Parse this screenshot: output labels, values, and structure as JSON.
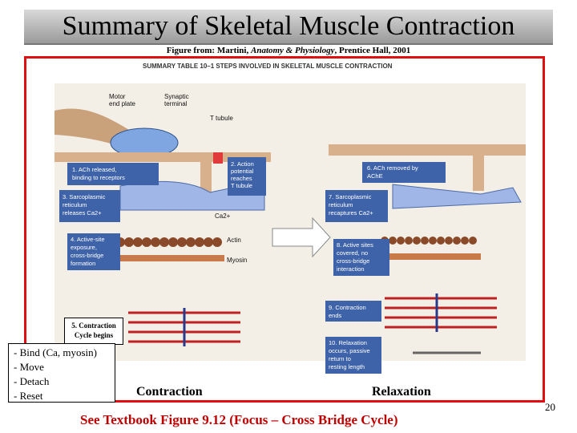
{
  "slide": {
    "title": "Summary of Skeletal Muscle Contraction",
    "credit_prefix": "Figure from: Martini, ",
    "credit_book": "Anatomy & Physiology",
    "credit_suffix": ", Prentice Hall, 2001",
    "table_title": "SUMMARY TABLE 10–1  STEPS INVOLVED IN SKELETAL MUSCLE CONTRACTION",
    "labels": {
      "motor_end_plate": [
        "Motor",
        "end plate"
      ],
      "synaptic_terminal": [
        "Synaptic",
        "terminal"
      ],
      "t_tubule": "T tubule",
      "ca": "Ca2+",
      "actin": "Actin",
      "myosin": "Myosin"
    },
    "steps": {
      "s1": [
        "1. ACh released,",
        "binding to receptors"
      ],
      "s2": [
        "2. Action",
        "potential",
        "reaches",
        "T tubule"
      ],
      "s3": [
        "3. Sarcoplasmic",
        "reticulum",
        "releases Ca2+"
      ],
      "s4": [
        "4. Active-site",
        "exposure,",
        "cross-bridge",
        "formation"
      ],
      "s5": [
        "5. Contraction",
        "Cycle begins"
      ],
      "s6": [
        "6. ACh removed by",
        "AChE"
      ],
      "s7": [
        "7. Sarcoplasmic",
        "reticulum",
        "recaptures Ca2+"
      ],
      "s8": [
        "8. Active sites",
        "covered, no",
        "cross-bridge",
        "interaction"
      ],
      "s9": [
        "9. Contraction",
        "ends"
      ],
      "s10": [
        "10. Relaxation",
        "occurs, passive",
        "return to",
        "resting length"
      ]
    },
    "cycle_steps": [
      "- Bind (Ca, myosin)",
      "- Move",
      "- Detach",
      "- Reset"
    ],
    "contraction_label": "Contraction",
    "relaxation_label": "Relaxation",
    "see_note": "See Textbook Figure 9.12 (Focus – Cross Bridge Cycle)",
    "page_number": "20"
  },
  "colors": {
    "frame": "#e01010",
    "note": "#c00000",
    "box": "#3f63a8",
    "nerve": "#c9a27c",
    "sr": "#9fb6e6"
  }
}
